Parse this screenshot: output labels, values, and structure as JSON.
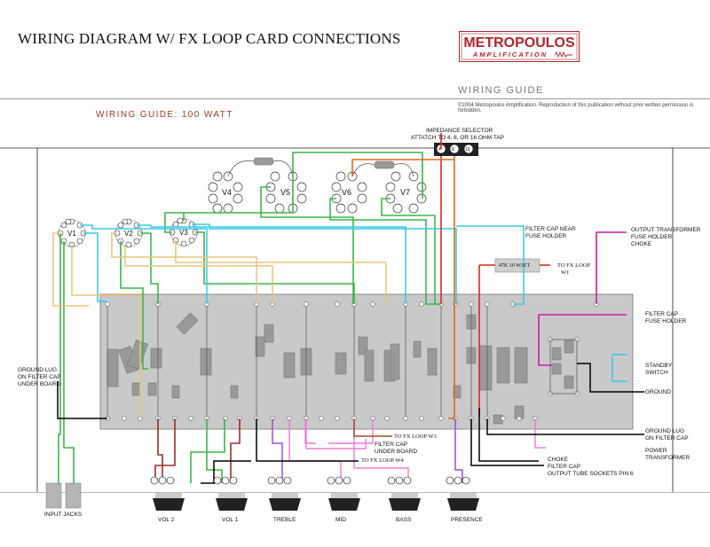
{
  "title": "WIRING DIAGRAM W/ FX LOOP CARD CONNECTIONS",
  "logo": {
    "line1": "METROPOULOS",
    "line2": "AMPLIFICATION",
    "color": "#b5222a"
  },
  "header": "WIRING GUIDE",
  "copyright": "©2004 Metropoulos Amplification. Reproduction of this publication without prior written permission is forbidden.",
  "subtitle": "WIRING GUIDE: 100 WATT",
  "impedance": {
    "line1": "IMPEDANCE SELECTOR",
    "line2": "ATTATCH TO 4, 8, OR 16 OHM TAP",
    "taps": [
      "4",
      "8",
      "16"
    ]
  },
  "tubes": [
    "V1",
    "V2",
    "V3",
    "V4",
    "V5",
    "V6",
    "V7"
  ],
  "resistor": "47K 10 WATT",
  "labels": {
    "ground_lug_left": [
      "GROUND LUG",
      "ON FILTER CAP",
      "UNDER BOARD"
    ],
    "filter_cap_holder": [
      "FILTER CAP NEAR",
      "FUSE HOLDER"
    ],
    "output_transformer": [
      "OUTPUT TRANSFORMER",
      "FUSE HOLDER",
      "CHOKE"
    ],
    "fx_loop_w1": [
      "TO FX LOOP",
      "W1"
    ],
    "filter_cap_fuse": [
      "FILTER CAP",
      "FUSE HOLDER"
    ],
    "standby": [
      "STANDBY",
      "SWITCH"
    ],
    "ground": "GROUND",
    "ground_lug_right": [
      "GROUND LUG",
      "ON FILTER CAP"
    ],
    "power_transformer": [
      "POWER",
      "TRANSFORMER"
    ],
    "fx_loop_w3": "TO FX LOOP W3",
    "filter_cap_under": [
      "FILTER CAP",
      "UNDER BOARD"
    ],
    "fx_loop_w4": "TO FX LOOP W4",
    "choke_group": [
      "CHOKE",
      "FILTER CAP",
      "OUTPUT TUBE SOCKETS PIN 6"
    ]
  },
  "controls": [
    "INPUT JACKS",
    "VOL 2",
    "VOL 1",
    "TREBLE",
    "MID",
    "BASS",
    "PRESENCE"
  ],
  "colors": {
    "board": "#c9c9c9",
    "green": "#3fb54a",
    "cyan": "#36c8e8",
    "yellow": "#ecc37a",
    "magenta": "#d11aa6",
    "pink": "#f07ad7",
    "red": "#e0261e",
    "orange": "#e06b1c",
    "purple": "#9a4fd6",
    "brown": "#9c4d2a",
    "darkred": "#9b2c2c",
    "black": "#000000"
  }
}
